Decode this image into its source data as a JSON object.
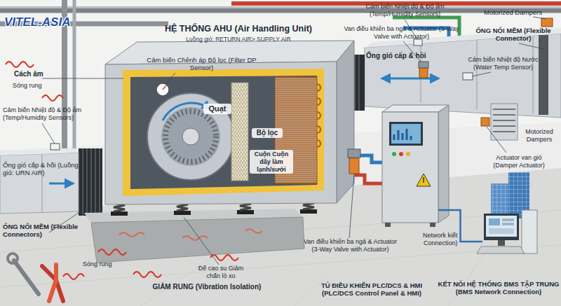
{
  "diagram": {
    "nodes": [
      {
        "text": [
          "HỆ THỐNG AHU (Air Handling Unit)",
          "Luồng gió: RETURN AIR> SUPPLY AIR"
        ]
      },
      {
        "text": [
          "Quạt"
        ],
        "in": 0
      },
      {
        "text": [
          "Bộ lọc"
        ],
        "in": 0
      },
      {
        "text": [
          "Cuộn Cuộn dây làm lạnh/sưởi"
        ],
        "in": 0
      },
      {
        "text": [
          "TỦ ĐIỀU KHIỂN PLC/DCS & HMI (PLC/DCS Control Panel & HMI)"
        ]
      },
      {
        "text": [
          "KẾT NỐI HỆ THỐNG BMS TẬP TRUNG (BMS Network Connection)"
        ]
      }
    ],
    "edges": [
      {
        "from": 4,
        "to": 5,
        "arrow": "none",
        "label": "Network kiết Connection)"
      }
    ],
    "labels": [
      "VITEL-ASIA",
      "Cảm biến Chênh áp Bộ lọc (Filter DP Sensor)",
      "Cách âm",
      "Sóng rung",
      "Cảm biến Nhiệt độ & Độ ẩm (Temp/Humidity Sensors)",
      "Ống gió cấp & hồi (Luồng gió: URN AIR)",
      "ỐNG NỐI MỀM (Flexible Connectors)",
      "Sóng rung",
      "Đế cao su Giảm chấn lò xo",
      "GIẢM RUNG (Vibration Isolation)",
      "Van điều khiển ba ngả & Actuator (3-Way Valve with Actuator)",
      "Cảm biến Nhiệt độ & Độ ẩm (Temp/Humidity Sensors)",
      "Van điều khiển ba ngả & Actuator (3-Way Valve with Actuator)",
      "Motorized Dampers",
      "ỐNG NỐI MỀM (Flexible Connector)",
      "Cảm biến Nhiệt độ Nước (Water Temp Sensor)",
      "Ống gió cấp & hồi",
      "Motorized Dampers",
      "Actuator van gió (Damper Actuator)"
    ]
  }
}
